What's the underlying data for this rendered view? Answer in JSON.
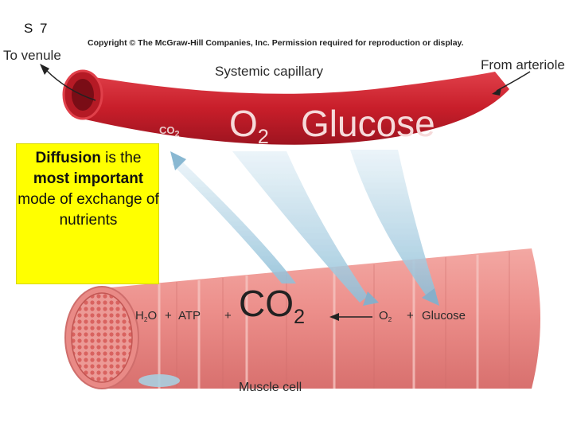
{
  "slide_number": "S 7",
  "copyright": "Copyright © The McGraw-Hill Companies, Inc. Permission required for reproduction or display.",
  "labels": {
    "to_venule": "To venule",
    "from_arteriole": "From arteriole",
    "systemic_capillary": "Systemic capillary",
    "muscle_cell": "Muscle cell"
  },
  "capillary": {
    "co2": "CO",
    "co2_sub": "2",
    "o2": "O",
    "o2_sub": "2",
    "glucose": "Glucose"
  },
  "muscle_equation": {
    "h2o": "H",
    "h2o_sub": "2",
    "h2o_end": "O",
    "plus": "+",
    "atp": "ATP",
    "co2": "CO",
    "co2_sub": "2",
    "o2": "O",
    "o2_sub": "2",
    "glucose": "Glucose"
  },
  "callout": {
    "word1": "Diffusion",
    "text1": " is the ",
    "word2": "most important",
    "text2": " mode of exchange of nutrients"
  },
  "colors": {
    "capillary": "#c8202c",
    "muscle": "#e98a8a",
    "arrow": "#8ec0da",
    "callout": "#ffff00"
  }
}
